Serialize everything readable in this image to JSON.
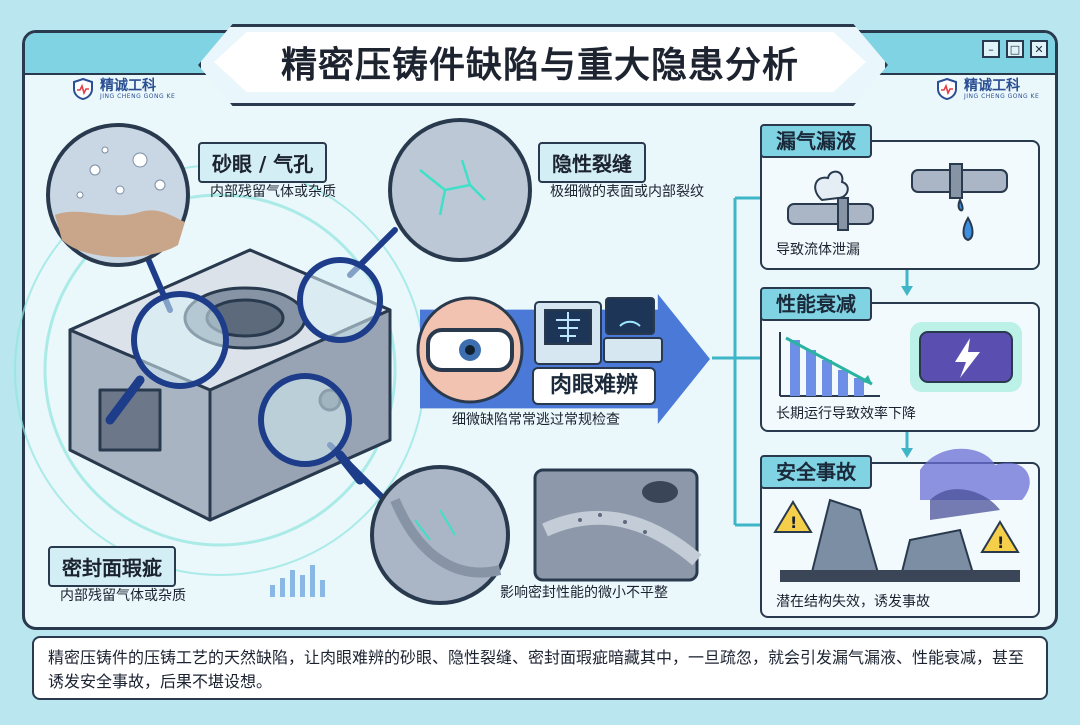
{
  "title": "精密压铸件缺陷与重大隐患分析",
  "logo": {
    "name": "精诚工科",
    "sub": "JING CHENG GONG KE"
  },
  "defects": [
    {
      "label": "砂眼 / 气孔",
      "desc": "内部残留气体或杂质"
    },
    {
      "label": "隐性裂缝",
      "desc": "极细微的表面或内部裂纹"
    },
    {
      "label": "密封面瑕疵",
      "desc": "内部残留气体或杂质"
    }
  ],
  "sealing_effect": "影响密封性能的微小不平整",
  "detection": {
    "label": "肉眼难辨",
    "desc": "细微缺陷常常逃过常规检查"
  },
  "consequences": [
    {
      "title": "漏气漏液",
      "desc": "导致流体泄漏"
    },
    {
      "title": "性能衰减",
      "desc": "长期运行导致效率下降"
    },
    {
      "title": "安全事故",
      "desc": "潜在结构失效，诱发事故"
    }
  ],
  "summary": "精密压铸件的压铸工艺的天然缺陷，让肉眼难辨的砂眼、隐性裂缝、密封面瑕疵暗藏其中，一旦疏忽，就会引发漏气漏液、性能衰减，甚至诱发安全事故，后果不堪设想。",
  "colors": {
    "accent": "#7fd3e3",
    "arrow": "#4a79d8",
    "outline": "#2a3a4e",
    "glow": "#3fe0c8"
  }
}
